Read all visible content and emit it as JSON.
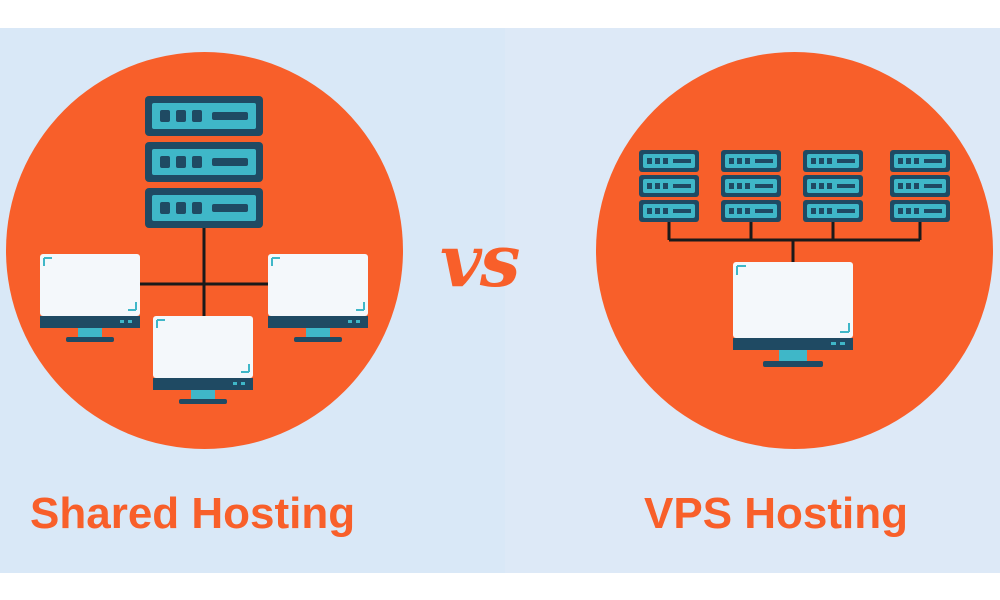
{
  "colors": {
    "accent": "#f85f2a",
    "server_body": "#1f4a63",
    "server_slot": "#3fb7c8",
    "monitor_screen": "#f4f8fb",
    "monitor_frame": "#1f4a63",
    "monitor_stand": "#3fb7c8",
    "wire": "#1a1a1a"
  },
  "left": {
    "title": "Shared Hosting",
    "server_units": 3,
    "client_monitors": 3
  },
  "right": {
    "title": "VPS Hosting",
    "server_stacks": 4,
    "client_monitors": 1
  },
  "divider": {
    "text": "vs"
  }
}
